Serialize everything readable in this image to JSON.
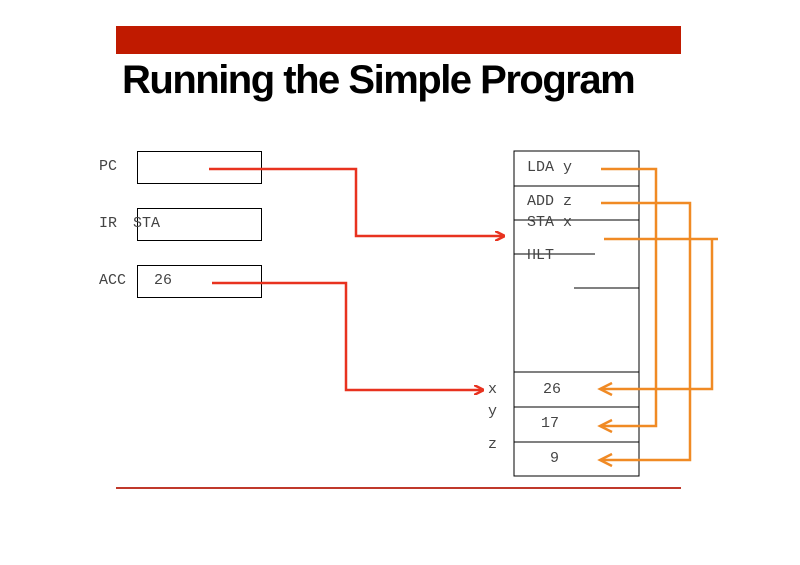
{
  "slide": {
    "title": "Running the Simple Program"
  },
  "registers": [
    {
      "label": "PC",
      "value": ""
    },
    {
      "label": "IR",
      "value": "STA"
    },
    {
      "label": "ACC",
      "value": "26"
    }
  ],
  "memory": {
    "instructions": [
      "LDA y",
      "ADD z",
      "STA x",
      "HLT"
    ],
    "data_labels": [
      "x",
      "y",
      "z"
    ],
    "data_values": [
      "26",
      "17",
      "9"
    ]
  },
  "colors": {
    "accent_bar": "#c01a00",
    "pc_arrow": "#e8321f",
    "operand_arrow": "#f08a24"
  }
}
